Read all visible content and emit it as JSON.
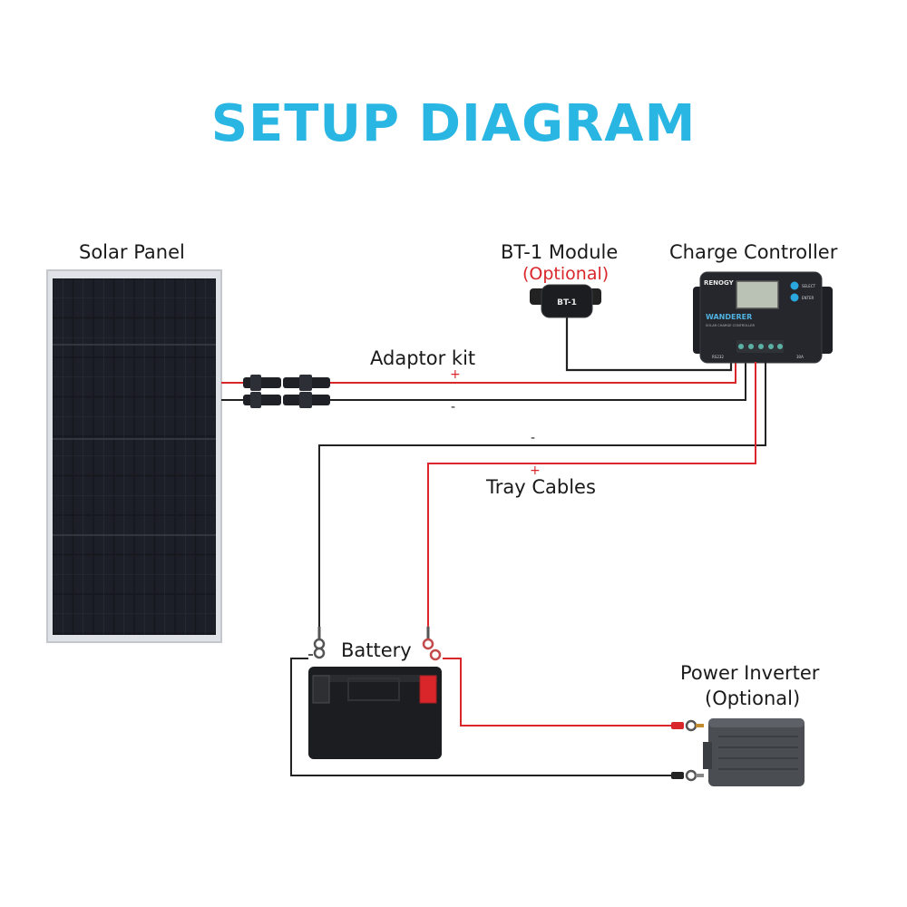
{
  "title": "SETUP DIAGRAM",
  "components": {
    "solar_panel": {
      "label": "Solar Panel"
    },
    "bt1_module": {
      "label": "BT-1 Module",
      "note": "(Optional)",
      "device_text": "BT-1"
    },
    "charge_controller": {
      "label": "Charge Controller",
      "brand": "RENOGY",
      "model": "WANDERER",
      "subtitle": "SOLAR CHARGE CONTROLLER",
      "btn_select": "SELECT",
      "btn_enter": "ENTER",
      "port": "RS232",
      "rating": "30A"
    },
    "battery": {
      "label": "Battery"
    },
    "power_inverter": {
      "label": "Power Inverter",
      "note": "(Optional)"
    }
  },
  "cables": {
    "adaptor_kit": {
      "label": "Adaptor kit",
      "pos_sign": "+",
      "neg_sign": "-"
    },
    "tray_cables": {
      "label": "Tray Cables",
      "pos_sign": "+",
      "neg_sign": "-"
    }
  },
  "colors": {
    "title": "#2ab6e3",
    "positive_wire": "#d9262b",
    "negative_wire": "#222222",
    "panel_cells": "#14161c",
    "panel_frame": "#d3d6da"
  }
}
